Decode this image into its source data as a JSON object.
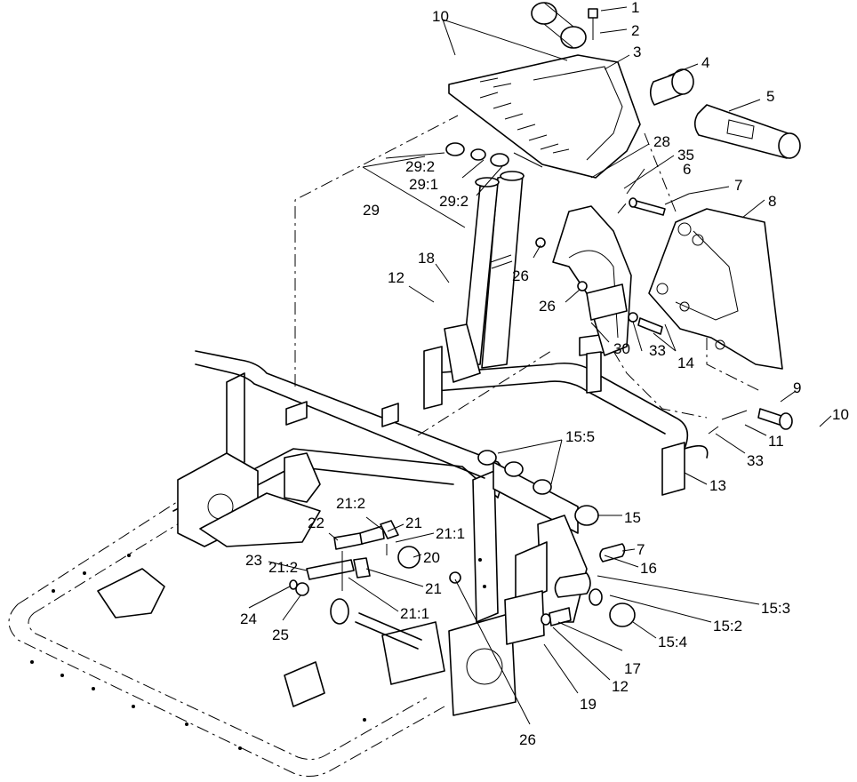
{
  "callouts": {
    "c1": "1",
    "c2": "2",
    "c3": "3",
    "c4": "4",
    "c5": "5",
    "c6": "6",
    "c7a": "7",
    "c7b": "7",
    "c8": "8",
    "c9": "9",
    "c10a": "10",
    "c10b": "10",
    "c11": "11",
    "c12a": "12",
    "c12b": "12",
    "c13": "13",
    "c14": "14",
    "c15": "15",
    "c15_2": "15:2",
    "c15_3": "15:3",
    "c15_4": "15:4",
    "c15_5": "15:5",
    "c16": "16",
    "c17": "17",
    "c18": "18",
    "c19": "19",
    "c20": "20",
    "c21a": "21",
    "c21b": "21",
    "c21_1a": "21:1",
    "c21_1b": "21:1",
    "c21_2a": "21:2",
    "c21_2b": "21:2",
    "c22": "22",
    "c23": "23",
    "c24": "24",
    "c25": "25",
    "c26a": "26",
    "c26b": "26",
    "c26c": "26",
    "c28": "28",
    "c29": "29",
    "c29_1": "29:1",
    "c29_2a": "29:2",
    "c29_2b": "29:2",
    "c30": "30",
    "c33a": "33",
    "c33b": "33",
    "c35": "35"
  }
}
